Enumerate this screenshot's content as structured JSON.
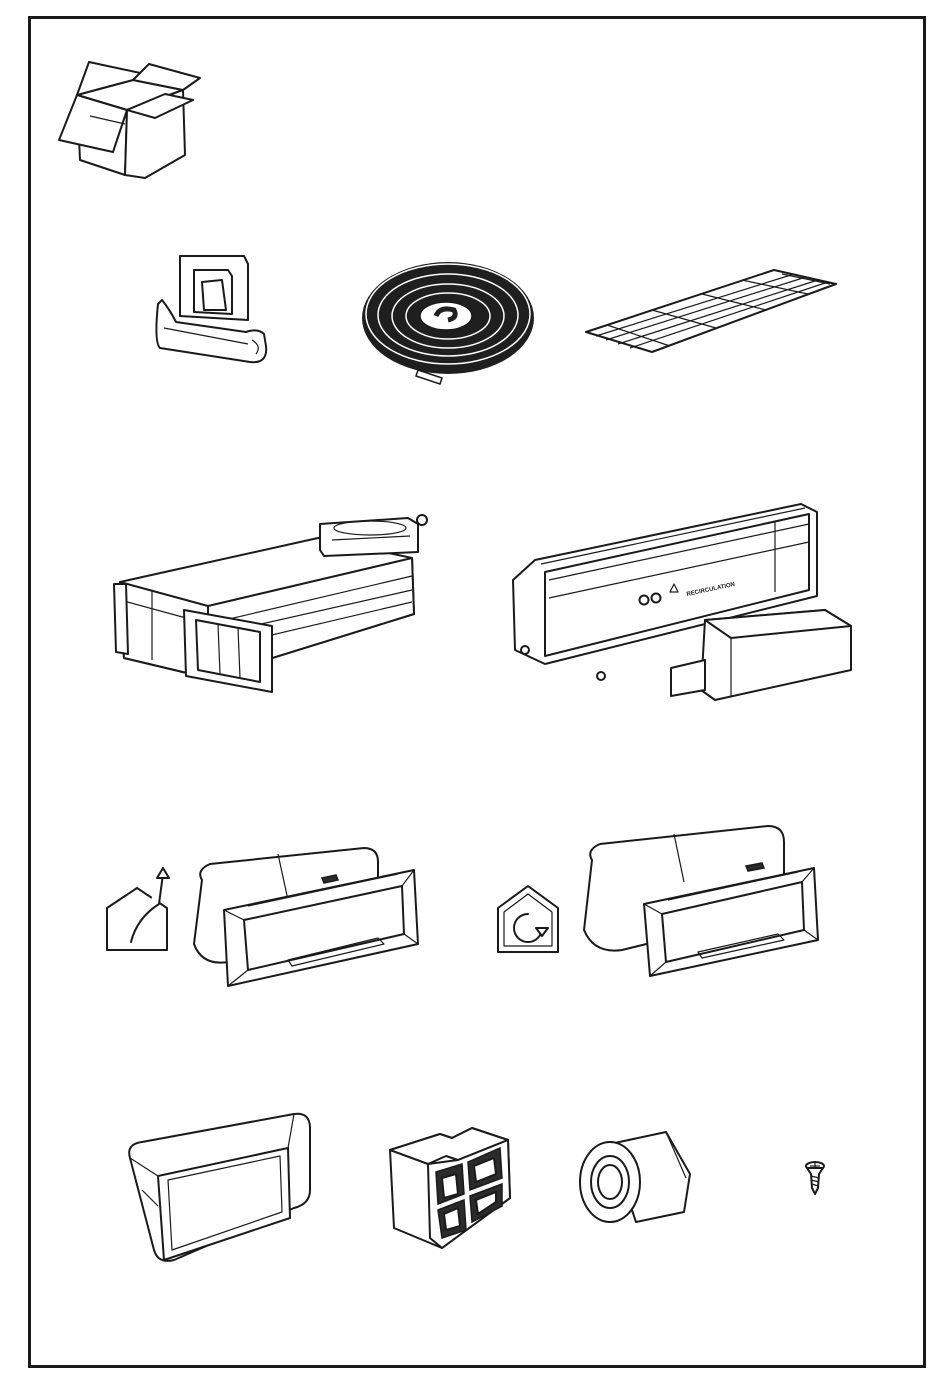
{
  "page": {
    "background": "#ffffff",
    "line_color": "#1a1a1a"
  },
  "parts": [
    {
      "id": "package-box",
      "icon": "open-box-icon"
    },
    {
      "id": "mounting-clip",
      "icon": "clip-bracket-icon"
    },
    {
      "id": "sealing-tape-roll",
      "icon": "foam-tape-coil-icon"
    },
    {
      "id": "adhesive-strips",
      "icon": "adhesive-strip-sheet-icon"
    },
    {
      "id": "air-duct-housing",
      "icon": "duct-housing-icon"
    },
    {
      "id": "recirculation-unit",
      "icon": "recirculation-unit-icon",
      "label_text": "RECIRCULATION"
    },
    {
      "id": "extraction-mode-symbol",
      "icon": "house-air-out-icon"
    },
    {
      "id": "exhaust-duct-adapter",
      "icon": "flat-duct-adapter-icon"
    },
    {
      "id": "recirculation-mode-symbol",
      "icon": "house-recirculation-icon"
    },
    {
      "id": "recirculation-duct-adapter",
      "icon": "flat-duct-adapter-icon"
    },
    {
      "id": "duct-outlet-cover",
      "icon": "duct-outlet-icon"
    },
    {
      "id": "odour-filter-block",
      "icon": "filter-block-icon"
    },
    {
      "id": "aluminium-tape-roll",
      "icon": "tape-roll-icon"
    },
    {
      "id": "screw",
      "icon": "screw-icon"
    }
  ]
}
